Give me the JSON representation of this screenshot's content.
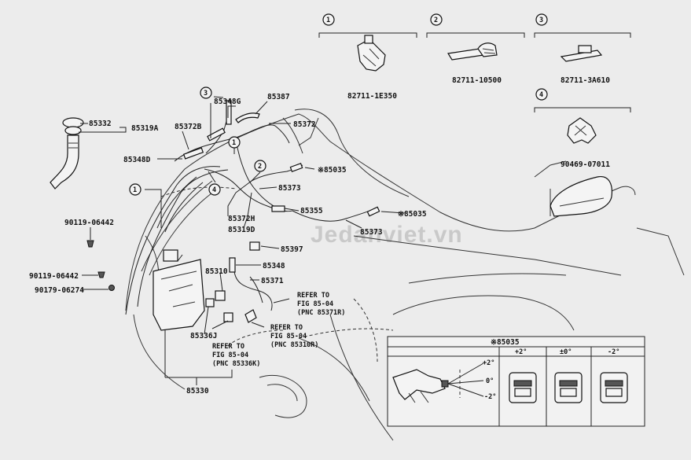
{
  "watermark": "Jedanviet.vn",
  "callouts": [
    "1",
    "2",
    "3",
    "4"
  ],
  "variant_parts": {
    "v1": "82711-1E350",
    "v2": "82711-10500",
    "v3": "82711-3A610",
    "v4": "90469-07011"
  },
  "parts": {
    "p85332": "85332",
    "p85319A": "85319A",
    "p85348D": "85348D",
    "p85372B": "85372B",
    "p85348G": "85348G",
    "p85387": "85387",
    "p85372": "85372",
    "p85035a": "※85035",
    "p85373a": "85373",
    "p85355": "85355",
    "p85035b": "※85035",
    "p85373b": "85373",
    "p85372H": "85372H",
    "p85319D": "85319D",
    "p85397": "85397",
    "p85348": "85348",
    "p85310": "85310",
    "p85371": "85371",
    "p85336J": "85336J",
    "p85330": "85330",
    "p9011906442a": "90119-06442",
    "p9011906442b": "90119-06442",
    "p9017906274": "90179-06274"
  },
  "refs": {
    "r1": [
      "REFER TO",
      "FIG 85-04",
      "(PNC 85371R)"
    ],
    "r2": [
      "REFER TO",
      "FIG 85-04",
      "(PNC 85310R)"
    ],
    "r3": [
      "REFER TO",
      "FIG 85-04",
      "(PNC 85336K)"
    ]
  },
  "inset": {
    "title": "※85035",
    "angles": [
      "+2°",
      "±0°",
      "-2°"
    ],
    "left_angles": [
      "+2°",
      "0°",
      "-2°"
    ]
  }
}
